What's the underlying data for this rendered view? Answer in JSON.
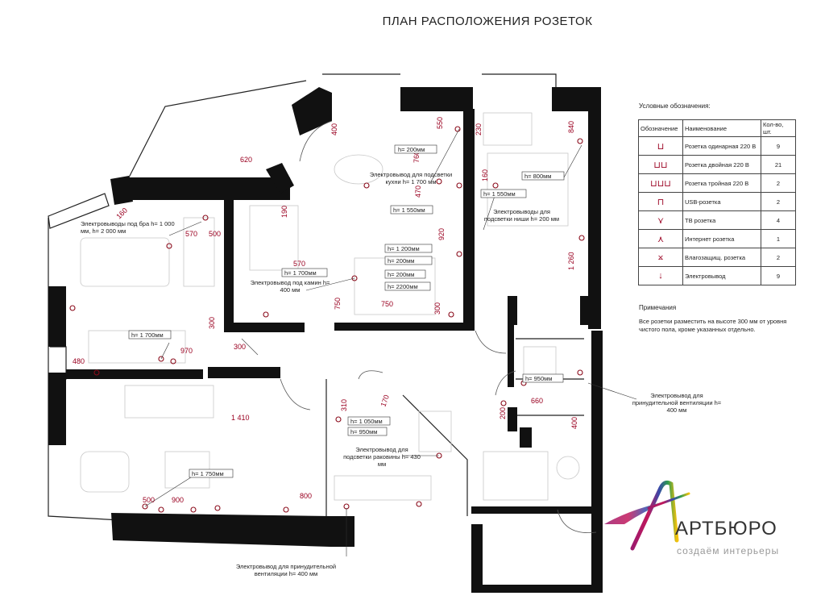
{
  "page": {
    "title": "ПЛАН РАСПОЛОЖЕНИЯ РОЗЕТОК"
  },
  "legend": {
    "title": "Условные обозначения:",
    "headers": {
      "symbol": "Обозначение",
      "name": "Наименование",
      "count": "Кол-во, шт."
    },
    "rows": [
      {
        "icon": "socket-single-icon",
        "name": "Розетка одинарная 220 В",
        "count": "9"
      },
      {
        "icon": "socket-double-icon",
        "name": "Розетка двойная 220 В",
        "count": "21"
      },
      {
        "icon": "socket-triple-icon",
        "name": "Розетка тройная 220 В",
        "count": "2"
      },
      {
        "icon": "usb-socket-icon",
        "name": "USB-розетка",
        "count": "2"
      },
      {
        "icon": "tv-socket-icon",
        "name": "ТВ розетка",
        "count": "4"
      },
      {
        "icon": "internet-socket-icon",
        "name": "Интернет розетка",
        "count": "1"
      },
      {
        "icon": "waterproof-socket-icon",
        "name": "Влагозащищ. розетка",
        "count": "2"
      },
      {
        "icon": "electric-outlet-icon",
        "name": "Электровывод",
        "count": "9"
      }
    ]
  },
  "notes": {
    "title": "Примечания",
    "text": "Все розетки разместить на высоте 300 мм от уровня чистого пола, кроме указанных отдельно."
  },
  "labels": {
    "brа_outlets": "Электровыводы под бра h= 1 000 мм, h= 2 000 мм",
    "kitchen_light": "Электровывод для подсветки кухни h= 1 700 мм",
    "niche_light": "Электровыводы для подсветки ниши h= 200 мм",
    "fireplace": "Электровывод под камин h= 400 мм",
    "washbasin_light": "Электровывод для подсветки раковины h= 430 мм",
    "vent_right": "Электровывод для принудительной вентиляции h= 400 мм",
    "vent_bottom": "Электровывод для принудительной вентиляции h= 400 мм"
  },
  "heights": [
    "h= 200мм",
    "h= 1 550мм",
    "h= 1 550мм",
    "h= 800мм",
    "h= 1 200мм",
    "h= 200мм",
    "h= 1 700мм",
    "h= 200мм",
    "h= 2200мм",
    "h= 1 700мм",
    "h= 950мм",
    "h= 1 050мм",
    "h= 950мм",
    "h= 1 750мм"
  ],
  "dimensions": [
    "620",
    "400",
    "550",
    "230",
    "840",
    "760",
    "470",
    "160",
    "190",
    "160",
    "570",
    "500",
    "570",
    "920",
    "1 260",
    "750",
    "750",
    "300",
    "300",
    "480",
    "970",
    "300",
    "310",
    "170",
    "1 410",
    "660",
    "200",
    "400",
    "500",
    "900",
    "800"
  ],
  "logo": {
    "name": "АРТБЮРО",
    "tagline": "создаём интерьеры"
  }
}
